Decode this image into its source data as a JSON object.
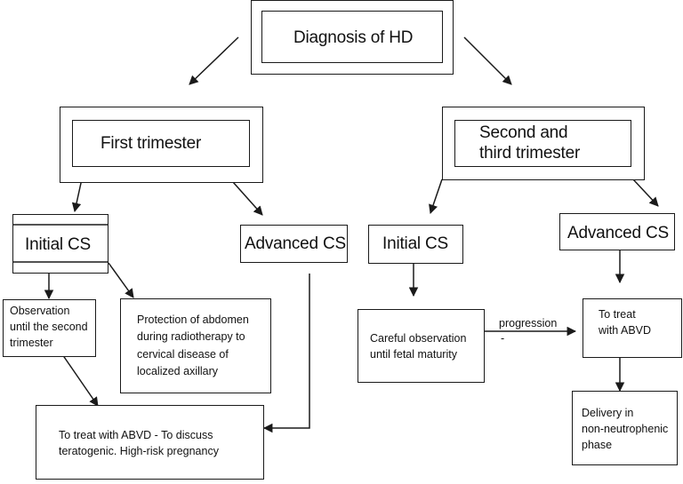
{
  "diagram": {
    "diagnosis": "Diagnosis of HD",
    "first_trimester": "First trimester",
    "second_third_trimester": "Second and\nthird trimester",
    "left_initial_cs": "Initial CS",
    "left_advanced_cs": "Advanced CS",
    "observation": "Observation\nuntil the second\ntrimester",
    "protection": "Protection of abdomen\nduring radiotherapy to\ncervical disease of\nlocalized axillary",
    "treat_abvd_discuss": "To treat with ABVD - To discuss\nteratogenic. High-risk pregnancy",
    "right_initial_cs": "Initial CS",
    "right_advanced_cs": "Advanced CS",
    "careful_observation": "Careful observation\nuntil fetal maturity",
    "progression": "progression",
    "progression_dash": "-",
    "to_treat_abvd": "To treat\nwith ABVD",
    "delivery": "Delivery in\nnon-neutrophenic\nphase"
  }
}
